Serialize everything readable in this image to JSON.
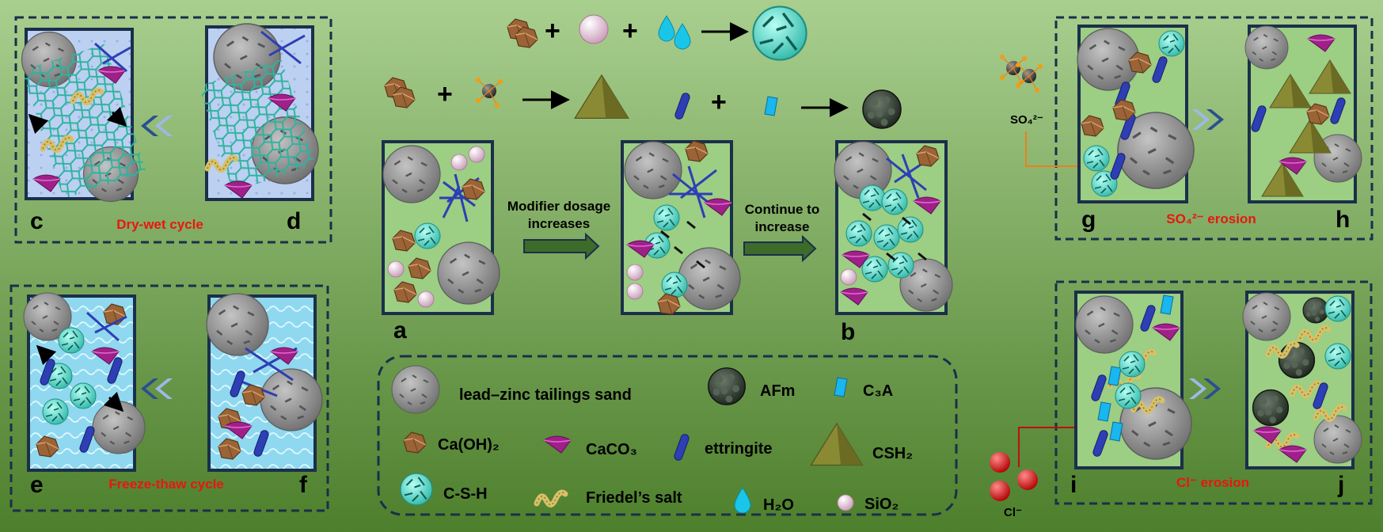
{
  "colors": {
    "background_top": "#a9cf8f",
    "background_bottom": "#4d7f2c",
    "frame": "#1b2f4a",
    "dashed_border": "#1b2f4a",
    "red_text": "#e8170e",
    "ettringite": "#2e3eb4",
    "csh": "#5fe3d4",
    "caoh2": "#9b6437",
    "caco3": "#a0208a",
    "sio2": "#e8c8de",
    "water": "#19c6e8",
    "c3a": "#19b6f0",
    "friedel": "#d8c068",
    "afm": "#3a4a3a",
    "csh2": "#8a8a34",
    "sand": "#8f8f8f",
    "arrow_light": "#9fb8e8",
    "arrow_dark": "#2b4f8f"
  },
  "panels": {
    "c": "c",
    "d": "d",
    "e": "e",
    "f": "f",
    "a": "a",
    "b": "b",
    "g": "g",
    "h": "h",
    "i": "i",
    "j": "j"
  },
  "captions": {
    "dry_wet": "Dry-wet cycle",
    "freeze_thaw": "Freeze-thaw cycle",
    "so4_erosion": "SO₄²⁻ erosion",
    "cl_erosion": "Cl⁻ erosion"
  },
  "process": {
    "step1": "Modifier dosage increases",
    "step1_line1": "Modifier dosage",
    "step1_line2": "increases",
    "step2_line1": "Continue to",
    "step2_line2": "increase"
  },
  "ions": {
    "sulfate": "SO₄²⁻",
    "chloride": "Cl⁻"
  },
  "legend": [
    {
      "icon": "sand-particle-icon",
      "label": "lead–zinc tailings sand"
    },
    {
      "icon": "afm-icon",
      "label": "AFm"
    },
    {
      "icon": "c3a-icon",
      "label": "C₃A"
    },
    {
      "icon": "caoh2-icon",
      "label": "Ca(OH)₂"
    },
    {
      "icon": "caco3-icon",
      "label": "CaCO₃"
    },
    {
      "icon": "ettringite-icon",
      "label": "ettringite"
    },
    {
      "icon": "csh2-icon",
      "label": "CSH₂"
    },
    {
      "icon": "csh-icon",
      "label": "C-S-H"
    },
    {
      "icon": "friedels-salt-icon",
      "label": "Friedel’s salt"
    },
    {
      "icon": "water-drop-icon",
      "label": "H₂O"
    },
    {
      "icon": "sio2-icon",
      "label": "SiO₂"
    }
  ]
}
